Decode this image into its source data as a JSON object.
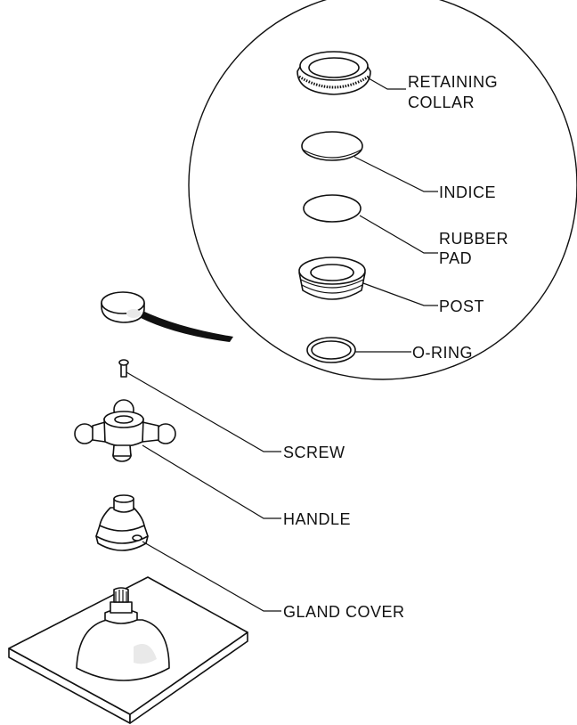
{
  "labels": {
    "retaining_collar": [
      "RETAINING",
      "COLLAR"
    ],
    "indice": "INDICE",
    "rubber_pad": [
      "RUBBER",
      "PAD"
    ],
    "post": "POST",
    "o_ring": "O-RING",
    "screw": "SCREW",
    "handle": "HANDLE",
    "gland_cover": "GLAND COVER"
  }
}
